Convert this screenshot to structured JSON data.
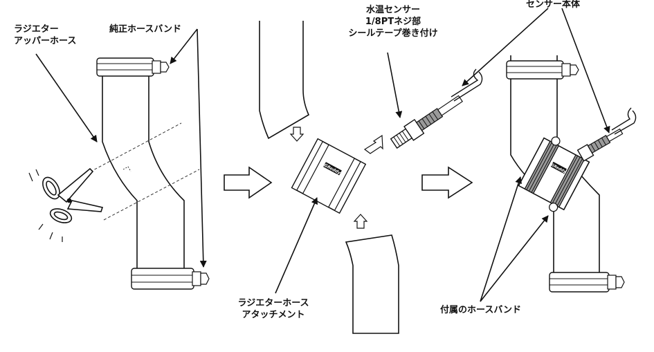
{
  "labels": {
    "radiator_upper_hose": [
      "ラジエター",
      "アッパーホース"
    ],
    "stock_hose_band": "純正ホースバンド",
    "temp_sensor": [
      "水温センサー",
      "1/8PTネジ部",
      "シールテープ巻き付け"
    ],
    "sensor_body": "センサー本体",
    "radiator_hose_attachment": [
      "ラジエターホース",
      "アタッチメント"
    ],
    "included_hose_band": "付属のホースバンド"
  },
  "brand_logo": "GReddy",
  "colors": {
    "line": "#111111",
    "band_shade": "#9a9a9a",
    "fill": "#ffffff"
  }
}
